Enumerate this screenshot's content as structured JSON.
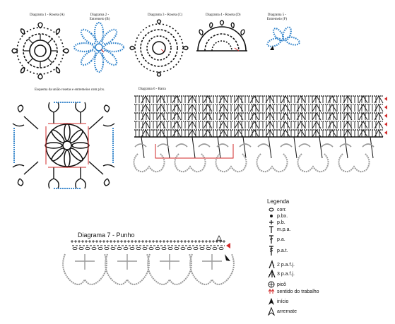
{
  "diagram_captions": {
    "d1": "Diagrama 1 - Roseta (A)",
    "d2": "Diagrama 2 - Entremeio (B)",
    "d3": "Diagrama 3 - Roseta (C)",
    "d4": "Diagrama 4 - Roseta (D)",
    "d5": "Diagrama 5 - Entremeio (F)",
    "scheme": "Esquema da união rosetas e entremeios com p.bx.",
    "d6": "Diagrama 6 - Barra",
    "d7": "Diagrama 7 - Punho"
  },
  "legend": {
    "title": "Legenda",
    "items": [
      {
        "symbol": "ring-icon",
        "label": "corr."
      },
      {
        "symbol": "dot-icon",
        "label": "p.bx."
      },
      {
        "symbol": "plus-icon",
        "label": "p.b."
      },
      {
        "symbol": "half-dc-icon",
        "label": "m.p.a."
      },
      {
        "symbol": "dc-icon",
        "label": "p.a."
      },
      {
        "symbol": "tr-icon",
        "label": "p.a.t."
      },
      {
        "symbol": "dc2tog-icon",
        "label": "2 p.a.f.j."
      },
      {
        "symbol": "dc3tog-icon",
        "label": "3 p.a.f.j."
      },
      {
        "symbol": "picot-icon",
        "label": "picô"
      },
      {
        "symbol": "direction-arrows-icon",
        "label": "sentido do trabalho"
      },
      {
        "symbol": "start-arrow-icon",
        "label": "início"
      },
      {
        "symbol": "finish-arrow-icon",
        "label": "arremate"
      }
    ]
  },
  "colors": {
    "ink": "#111111",
    "blue_motif": "#2a7fc9",
    "red_marks": "#d12a2a",
    "grey_lace": "#9a9a9a"
  }
}
